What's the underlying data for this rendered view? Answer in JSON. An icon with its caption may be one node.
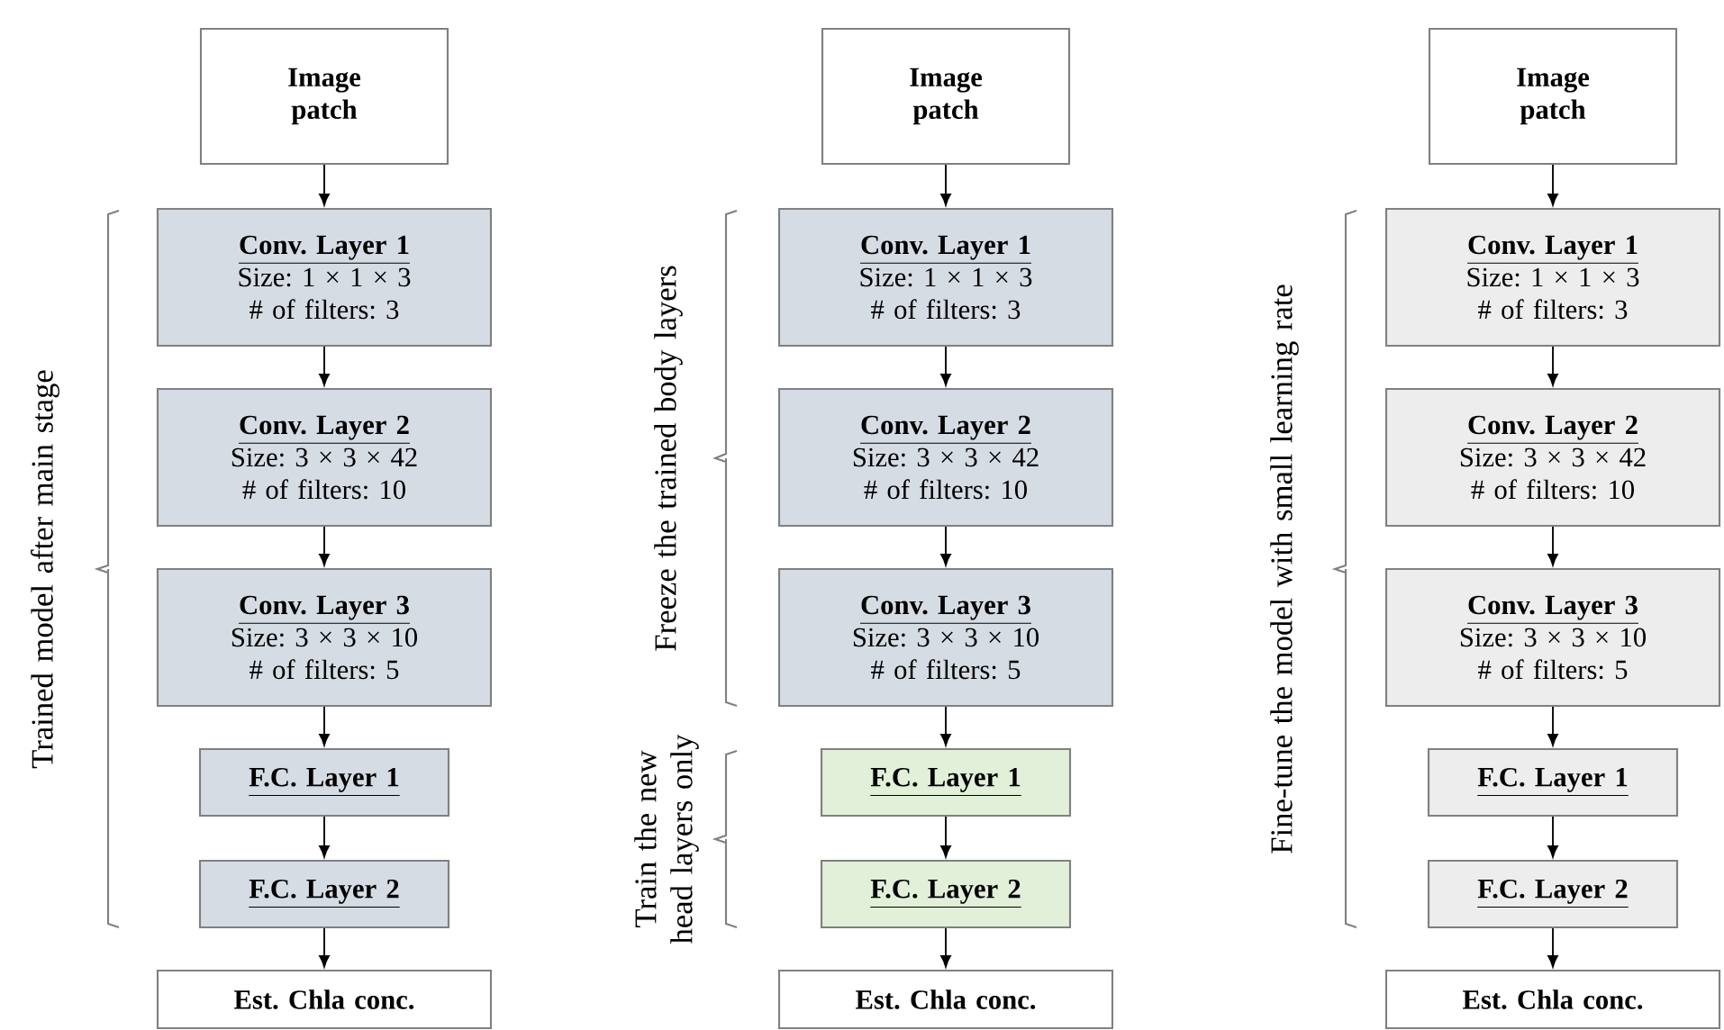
{
  "diagram": {
    "nodes": [
      {
        "text": [
          "Image patch"
        ]
      },
      {
        "text": [
          "Conv. Layer 1",
          "Size: 1 × 1 × 3",
          "# of filters: 3"
        ]
      },
      {
        "text": [
          "Conv. Layer 2",
          "Size: 3 × 3 × 42",
          "# of filters: 10"
        ]
      },
      {
        "text": [
          "Conv. Layer 3",
          "Size: 3 × 3 × 10",
          "# of filters: 5"
        ]
      },
      {
        "text": [
          "F.C. Layer 1"
        ]
      },
      {
        "text": [
          "F.C. Layer 2"
        ]
      },
      {
        "text": [
          "Est. Chla conc."
        ]
      },
      {
        "text": [
          "Image patch"
        ]
      },
      {
        "text": [
          "Conv. Layer 1",
          "Size: 1 × 1 × 3",
          "# of filters: 3"
        ]
      },
      {
        "text": [
          "Conv. Layer 2",
          "Size: 3 × 3 × 42",
          "# of filters: 10"
        ]
      },
      {
        "text": [
          "Conv. Layer 3",
          "Size: 3 × 3 × 10",
          "# of filters: 5"
        ]
      },
      {
        "text": [
          "F.C. Layer 1"
        ]
      },
      {
        "text": [
          "F.C. Layer 2"
        ]
      },
      {
        "text": [
          "Est. Chla conc."
        ]
      },
      {
        "text": [
          "Image patch"
        ]
      },
      {
        "text": [
          "Conv. Layer 1",
          "Size: 1 × 1 × 3",
          "# of filters: 3"
        ]
      },
      {
        "text": [
          "Conv. Layer 2",
          "Size: 3 × 3 × 42",
          "# of filters: 10"
        ]
      },
      {
        "text": [
          "Conv. Layer 3",
          "Size: 3 × 3 × 10",
          "# of filters: 5"
        ]
      },
      {
        "text": [
          "F.C. Layer 1"
        ]
      },
      {
        "text": [
          "F.C. Layer 2"
        ]
      },
      {
        "text": [
          "Est. Chla conc."
        ]
      }
    ],
    "edges": [
      {
        "from": 0,
        "to": 1,
        "arrow": "to"
      },
      {
        "from": 1,
        "to": 2,
        "arrow": "to"
      },
      {
        "from": 2,
        "to": 3,
        "arrow": "to"
      },
      {
        "from": 3,
        "to": 4,
        "arrow": "to"
      },
      {
        "from": 4,
        "to": 5,
        "arrow": "to"
      },
      {
        "from": 5,
        "to": 6,
        "arrow": "to"
      },
      {
        "from": 7,
        "to": 8,
        "arrow": "to"
      },
      {
        "from": 8,
        "to": 9,
        "arrow": "to"
      },
      {
        "from": 9,
        "to": 10,
        "arrow": "to"
      },
      {
        "from": 10,
        "to": 11,
        "arrow": "to"
      },
      {
        "from": 11,
        "to": 12,
        "arrow": "to"
      },
      {
        "from": 12,
        "to": 13,
        "arrow": "to"
      },
      {
        "from": 14,
        "to": 15,
        "arrow": "to"
      },
      {
        "from": 15,
        "to": 16,
        "arrow": "to"
      },
      {
        "from": 16,
        "to": 17,
        "arrow": "to"
      },
      {
        "from": 17,
        "to": 18,
        "arrow": "to"
      },
      {
        "from": 18,
        "to": 19,
        "arrow": "to"
      },
      {
        "from": 19,
        "to": 20,
        "arrow": "to"
      }
    ],
    "labels": [
      "Trained model after main stage",
      "Freeze the trained body layers",
      "Train the new head layers only",
      "Fine-tune the model with small learning rate"
    ]
  }
}
